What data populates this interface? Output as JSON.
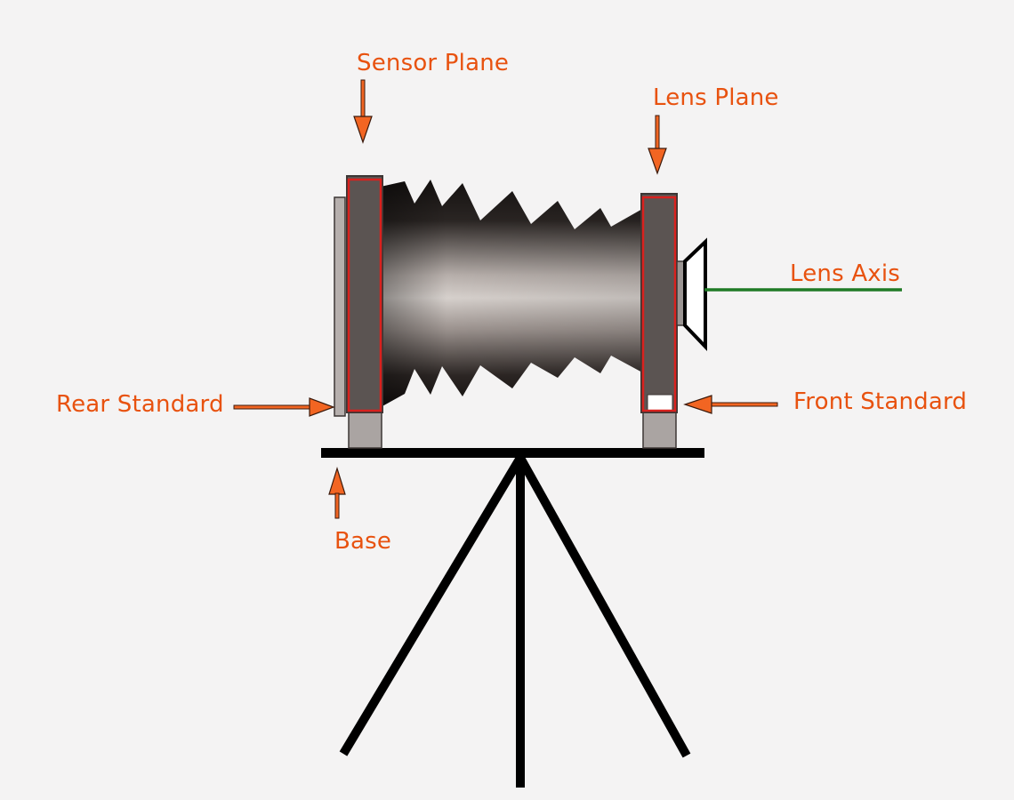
{
  "labels": {
    "sensor_plane": "Sensor Plane",
    "lens_plane": "Lens Plane",
    "lens_axis": "Lens Axis",
    "rear_standard": "Rear Standard",
    "front_standard": "Front Standard",
    "base": "Base"
  },
  "colors": {
    "background": "#f4f3f3",
    "label": "#e8520f",
    "arrow": "#f26522",
    "arrow_outline": "#3b1a0c",
    "lens_axis": "#1f7a25",
    "standard_fill": "#5b5452",
    "standard_edge": "#d9211e",
    "bellows_dark": "#161312",
    "bellows_light": "#d4ceca",
    "tripod": "#000000"
  }
}
